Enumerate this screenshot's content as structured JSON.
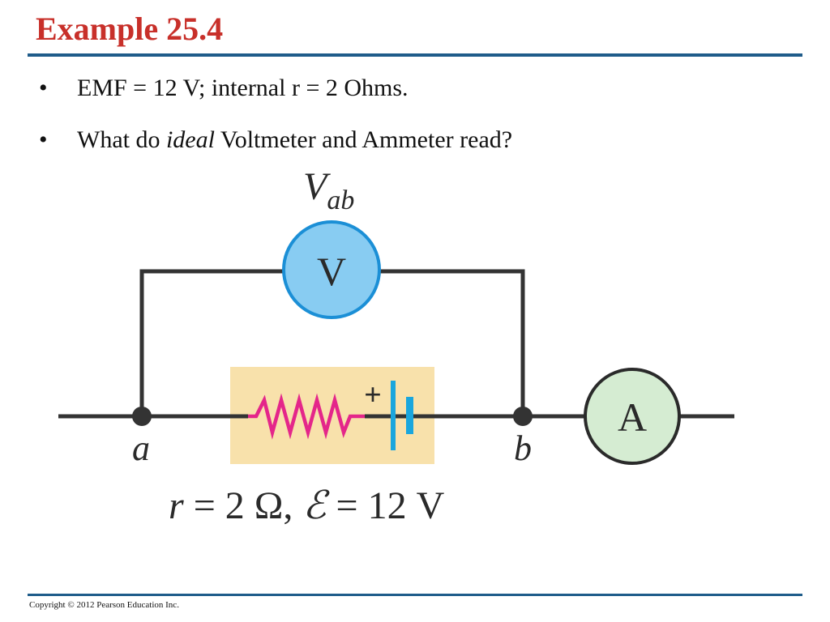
{
  "slide": {
    "title": "Example 25.4",
    "bullets": [
      {
        "text": "EMF = 12 V; internal r = 2 Ohms."
      },
      {
        "before": "What do ",
        "emphasis": "ideal",
        "after": " Voltmeter and Ammeter read?"
      }
    ],
    "bullet_symbol": "•",
    "footer": "Copyright © 2012 Pearson Education Inc."
  },
  "diagram": {
    "vab_label_main": "V",
    "vab_label_sub": "ab",
    "voltmeter_label": "V",
    "ammeter_label": "A",
    "node_a_label": "a",
    "node_b_label": "b",
    "plus_sign": "+",
    "caption_r": "r",
    "caption_mid": " = 2 Ω, ",
    "caption_emf": "ℰ",
    "caption_end": " = 12 V",
    "colors": {
      "wire": "#333333",
      "voltmeter_fill": "#88ccf2",
      "voltmeter_stroke": "#1b8fd6",
      "ammeter_fill": "#d5ecd2",
      "ammeter_stroke": "#2a2a2a",
      "source_box": "#f8e1ab",
      "resistor": "#e4268a",
      "battery": "#1aa6dd",
      "title": "#c8302a",
      "rule": "#1f5c8a"
    }
  }
}
